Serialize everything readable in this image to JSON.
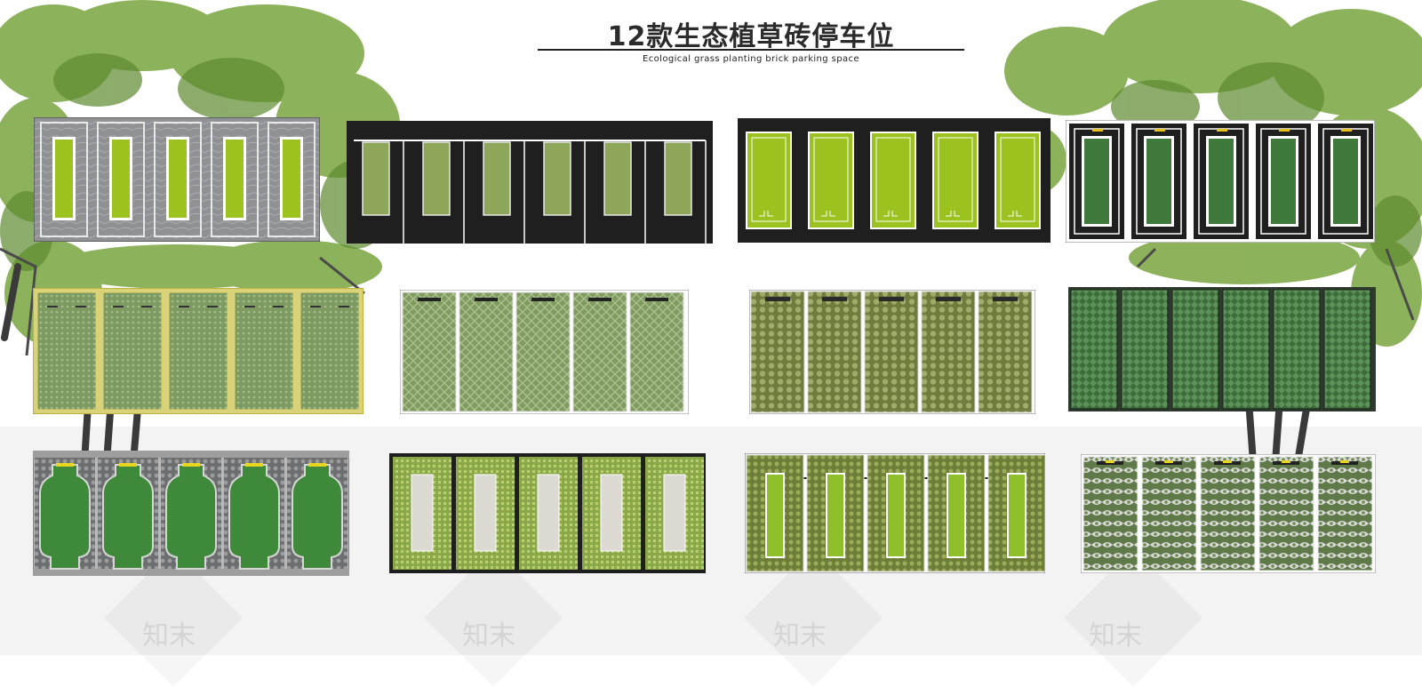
{
  "header": {
    "title": "12款生态植草砖停车位",
    "subtitle": "Ecological grass planting brick parking space"
  },
  "watermark": {
    "text": "知末"
  },
  "panels": [
    {
      "id": "p1",
      "stalls": 5,
      "style": "grey-stone-lime-inset"
    },
    {
      "id": "p2",
      "stalls": 6,
      "style": "black-asphalt-olive-inset"
    },
    {
      "id": "p3",
      "stalls": 5,
      "style": "black-asphalt-lime-framed"
    },
    {
      "id": "p4",
      "stalls": 5,
      "style": "black-white-border-green-inset"
    },
    {
      "id": "p5",
      "stalls": 5,
      "style": "green-grid-yellow-border"
    },
    {
      "id": "p6",
      "stalls": 5,
      "style": "green-diamond-grid"
    },
    {
      "id": "p7",
      "stalls": 5,
      "style": "olive-hexagon-grid"
    },
    {
      "id": "p8",
      "stalls": 6,
      "style": "dark-green-grass-tile"
    },
    {
      "id": "p9",
      "stalls": 5,
      "style": "grey-hex-green-bottle-shape"
    },
    {
      "id": "p10",
      "stalls": 5,
      "style": "green-grid-concrete-inset"
    },
    {
      "id": "p11",
      "stalls": 5,
      "style": "olive-grid-lime-strip"
    },
    {
      "id": "p12",
      "stalls": 5,
      "style": "white-lattice-grass"
    }
  ],
  "colors": {
    "lime": "#9cc21f",
    "olive": "#8da65a",
    "asphalt": "#1f1f1f",
    "stone": "#8f9194",
    "grass_dark": "#3f7a3c",
    "mesh_green": "#7c9a62",
    "yellow": "#e8c21a"
  }
}
